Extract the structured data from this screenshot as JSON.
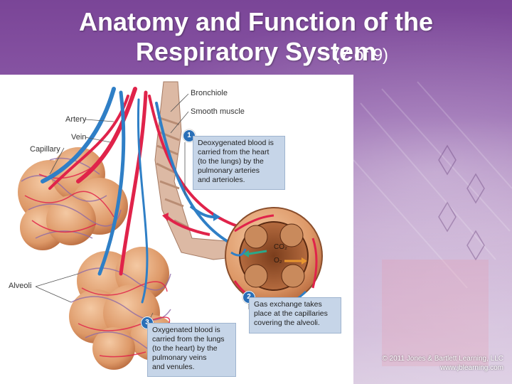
{
  "slide": {
    "title_main": "Anatomy and Function of the Respiratory System",
    "title_counter": "(7 of 9)"
  },
  "figure": {
    "labels": {
      "bronchiole": "Bronchiole",
      "smooth_muscle": "Smooth muscle",
      "artery": "Artery",
      "vein": "Vein",
      "capillary": "Capillary",
      "alveoli": "Alveoli",
      "co2": "CO₂",
      "o2": "O₂"
    },
    "steps": [
      {
        "number": "1",
        "text_lines": [
          "Deoxygenated blood is",
          "carried from the heart",
          "(to the lungs) by the",
          "pulmonary arteries",
          "and arterioles."
        ]
      },
      {
        "number": "2",
        "text_lines": [
          "Gas exchange takes",
          "place at the capillaries",
          "covering the alveoli."
        ]
      },
      {
        "number": "3",
        "text_lines": [
          "Oxygenated blood is",
          "carried from the lungs",
          "(to the heart) by the",
          "pulmonary veins",
          "and venules."
        ]
      }
    ]
  },
  "copyright": {
    "line1": "© 2011 Jones & Bartlett Learning, LLC",
    "line2": "www.jblearning.com"
  },
  "colors": {
    "background_purple": "#7a4597",
    "artery_red": "#e0234a",
    "vein_blue": "#2f7fc6",
    "alveoli_tan": "#e8a77a",
    "callout_blue": "#c6d5e8"
  }
}
